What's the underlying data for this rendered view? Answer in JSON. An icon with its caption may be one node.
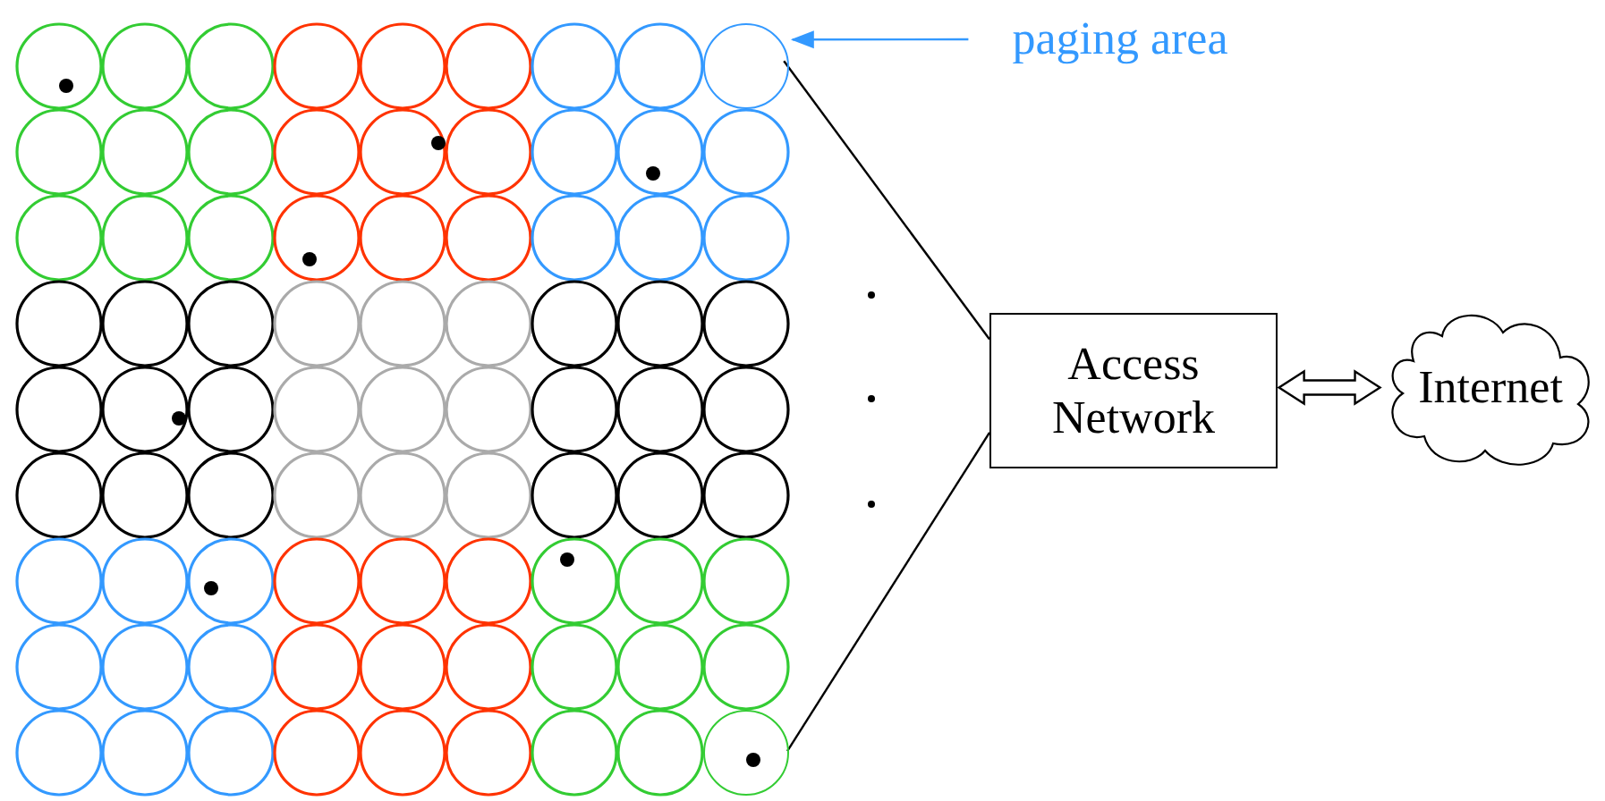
{
  "diagram": {
    "nodes": [
      {
        "text": [
          "paging area"
        ]
      },
      {
        "text": [],
        "shape": "circle"
      },
      {
        "text": [],
        "shape": "circle"
      },
      {
        "text": [
          "Access Network"
        ]
      },
      {
        "text": [
          "Internet"
        ]
      }
    ],
    "edges": [
      {
        "from": 0,
        "to": 1,
        "arrow": "to",
        "color": "#3399ff"
      },
      {
        "from": 3,
        "to": 1,
        "arrow": "none"
      },
      {
        "from": 3,
        "to": 2,
        "arrow": "none"
      },
      {
        "from": 3,
        "to": 4,
        "arrow": "both"
      }
    ]
  }
}
